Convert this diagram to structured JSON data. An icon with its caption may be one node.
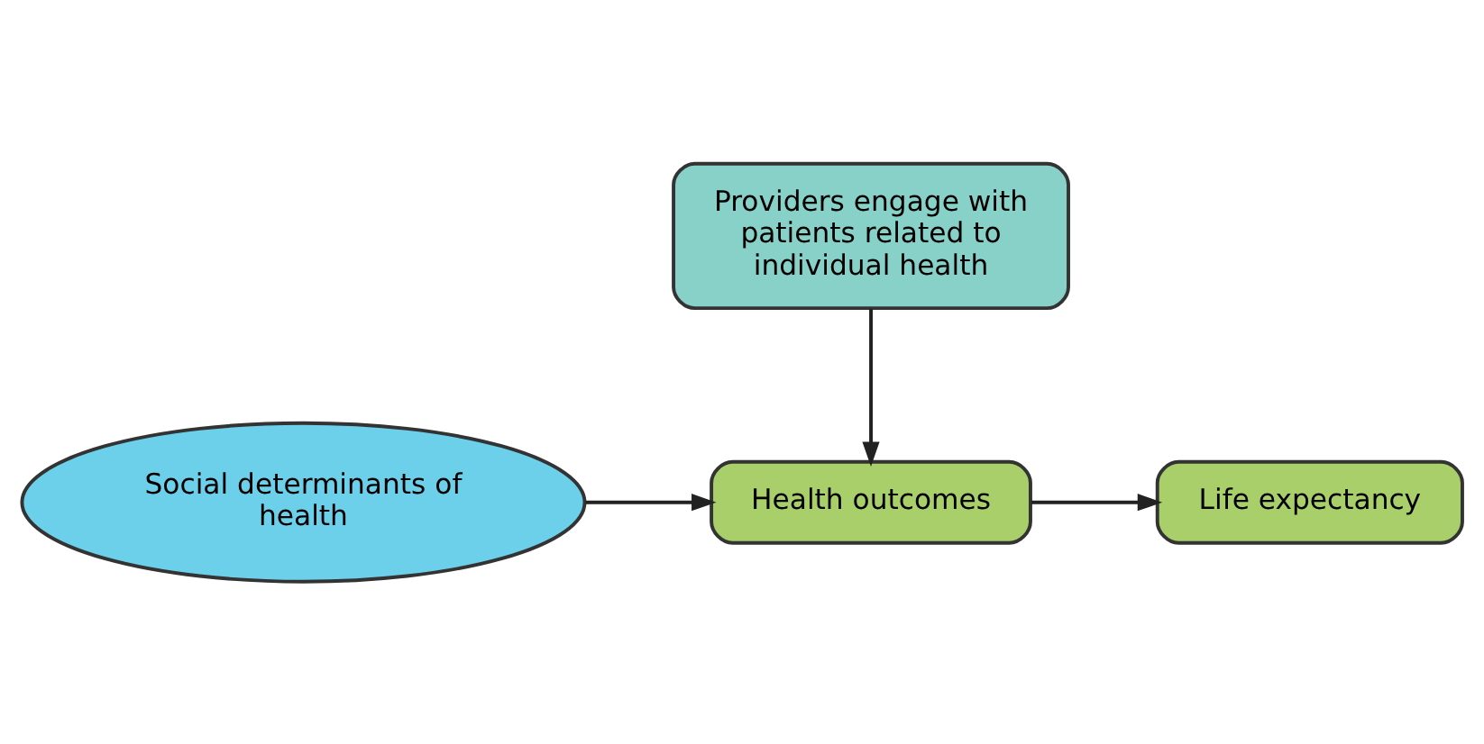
{
  "diagram": {
    "nodes": [
      {
        "text": [
          "Providers engage with patients related to individual health"
        ]
      },
      {
        "text": [
          "Social determinants of health"
        ]
      },
      {
        "text": [
          "Health outcomes"
        ]
      },
      {
        "text": [
          "Life expectancy"
        ]
      }
    ],
    "edges": [
      {
        "from": 0,
        "to": 2,
        "arrow": "to"
      },
      {
        "from": 1,
        "to": 2,
        "arrow": "to"
      },
      {
        "from": 2,
        "to": 3,
        "arrow": "to"
      }
    ]
  }
}
